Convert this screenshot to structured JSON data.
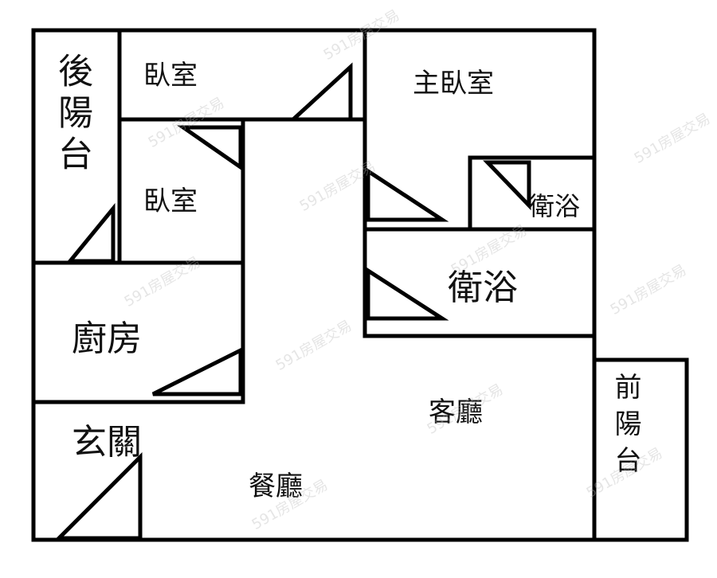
{
  "plan": {
    "rooms": {
      "back_balcony": "後陽台",
      "bedroom_1": "臥室",
      "bedroom_2": "臥室",
      "master_bedroom": "主臥室",
      "ensuite_bathroom": "衛浴",
      "bathroom": "衛浴",
      "kitchen": "廚房",
      "entrance": "玄關",
      "dining_room": "餐廳",
      "living_room": "客廳",
      "front_balcony": "前陽台"
    },
    "watermark": "591房屋交易"
  }
}
